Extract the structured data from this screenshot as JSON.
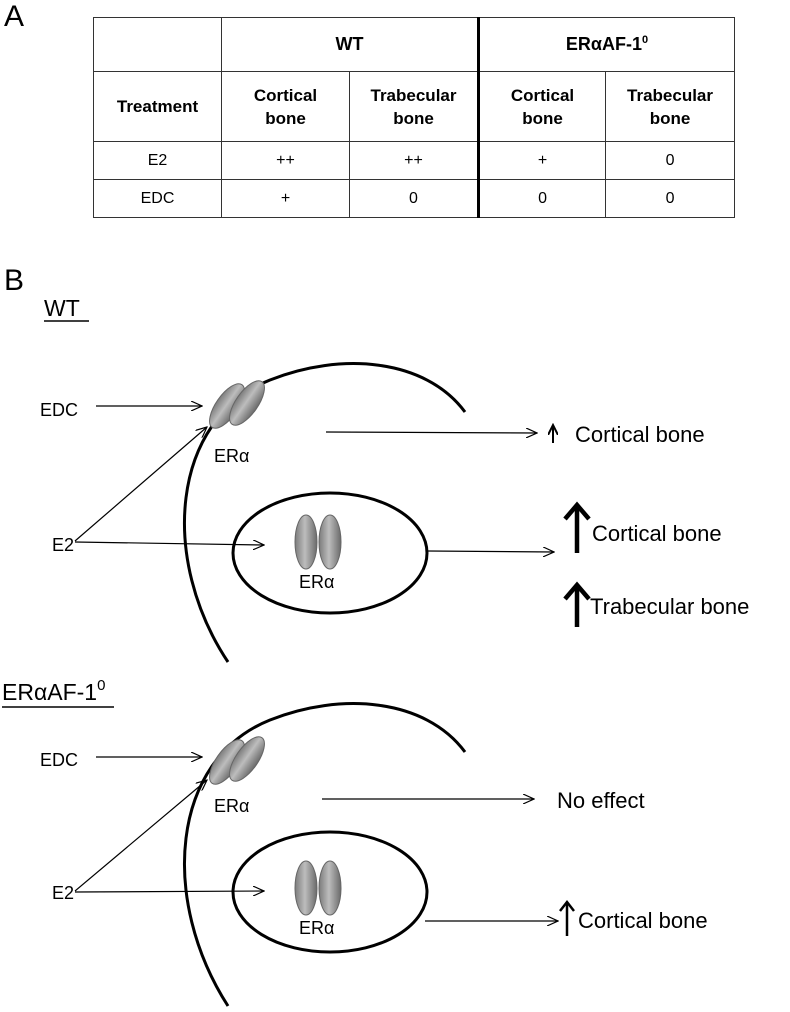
{
  "panel_a": {
    "label": "A",
    "groups": [
      {
        "name": "WT"
      },
      {
        "name": "ERαAF-1",
        "superscript": "0"
      }
    ],
    "treatment_header": "Treatment",
    "columns": [
      {
        "line1": "Cortical",
        "line2": "bone"
      },
      {
        "line1": "Trabecular",
        "line2": "bone"
      },
      {
        "line1": "Cortical",
        "line2": "bone"
      },
      {
        "line1": "Trabecular",
        "line2": "bone"
      }
    ],
    "rows": [
      {
        "treatment": "E2",
        "values": [
          "++",
          "++",
          "+",
          "0"
        ]
      },
      {
        "treatment": "EDC",
        "values": [
          "+",
          "0",
          "0",
          "0"
        ]
      }
    ]
  },
  "panel_b": {
    "label": "B",
    "wt": {
      "title": "WT",
      "edc_label": "EDC",
      "e2_label": "E2",
      "membrane_receptor": "ERα",
      "nuclear_receptor": "ERα",
      "membrane_effect": "Cortical bone",
      "nuclear_effects": [
        "Cortical bone",
        "Trabecular bone"
      ]
    },
    "mutant": {
      "title_main": "ERαAF-1",
      "title_sup": "0",
      "edc_label": "EDC",
      "e2_label": "E2",
      "membrane_receptor": "ERα",
      "nuclear_receptor": "ERα",
      "membrane_effect": "No effect",
      "nuclear_effect": "Cortical bone"
    }
  }
}
